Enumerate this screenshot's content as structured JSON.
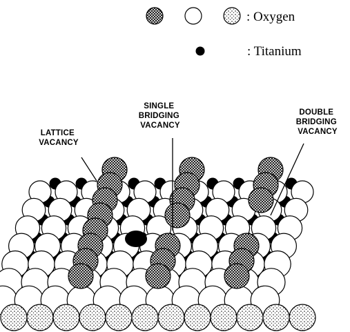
{
  "legend": {
    "oxygen_label": ": Oxygen",
    "titanium_label": ": Titanium",
    "oxygen_symbols": [
      "crosshatched-sphere",
      "open-sphere",
      "stippled-sphere"
    ],
    "titanium_symbol": "filled-black-dot"
  },
  "annotations": {
    "lattice": [
      "LATTICE",
      "VACANCY"
    ],
    "single": [
      "SINGLE",
      "BRIDGING",
      "VACANCY"
    ],
    "double": [
      "DOUBLE",
      "BRIDGING",
      "VACANCY"
    ]
  },
  "colors": {
    "ink": "#000000",
    "paper": "#ffffff"
  }
}
